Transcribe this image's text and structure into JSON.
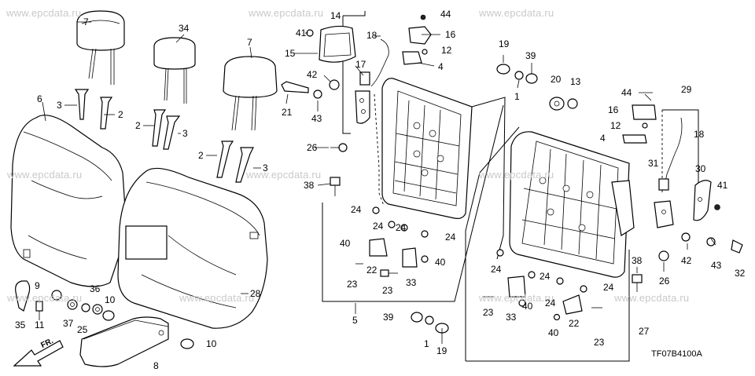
{
  "watermark": "www.epcdata.ru",
  "diagram_code": "TF07B4100A",
  "direction_label": "FR.",
  "callouts": {
    "headrest_left": "7",
    "headrest_center": "34",
    "headrest_right": "7",
    "seat_cushion_left": "6",
    "seat_back_cover": "28",
    "guide_3a": "3",
    "guide_2a": "2",
    "guide_2b": "2",
    "guide_3b": "3",
    "guide_2c": "2",
    "guide_3c": "3",
    "hook_35": "35",
    "bolt_11": "11",
    "nut_9": "9",
    "washer_37": "37",
    "washer_25": "25",
    "bushing_36": "36",
    "cap_10a": "10",
    "cap_10b": "10",
    "armrest_8": "8",
    "trim_14": "14",
    "screw_41a": "41",
    "bezel_15": "15",
    "rod_18a": "18",
    "clip_17": "17",
    "screw_44a": "44",
    "knob_16a": "16",
    "screw_12a": "12",
    "bracket_4a": "4",
    "bolt_42a": "42",
    "stud_21": "21",
    "bolt_43a": "43",
    "bolt_26a": "26",
    "bolt_38a": "38",
    "frame_left_5": "5",
    "nut_24a": "24",
    "nut_24b": "24",
    "nut_24c": "24",
    "nut_24d": "24",
    "nut_40a": "40",
    "washer_22a": "22",
    "bolt_23a": "23",
    "nut_40b": "40",
    "bracket_33a": "33",
    "bolt_23b": "23",
    "bushing_19a": "19",
    "nut_1a": "1",
    "washer_39a": "39",
    "washer_39b": "39",
    "nut_1b": "1",
    "bushing_19b": "19",
    "cap_20": "20",
    "nut_13": "13",
    "screw_44b": "44",
    "knob_16b": "16",
    "screw_12b": "12",
    "bracket_4b": "4",
    "assy_29": "29",
    "rod_18b": "18",
    "lock_31": "31",
    "cover_30": "30",
    "screw_41b": "41",
    "bolt_42b": "42",
    "bolt_43b": "43",
    "bolt_32": "32",
    "bolt_38b": "38",
    "bolt_26b": "26",
    "nut_24e": "24",
    "nut_24f": "24",
    "nut_24g": "24",
    "nut_24h": "24",
    "bolt_23c": "23",
    "bracket_33b": "33",
    "nut_40c": "40",
    "washer_22b": "22",
    "nut_40d": "40",
    "bolt_23d": "23",
    "frame_right_27": "27"
  }
}
